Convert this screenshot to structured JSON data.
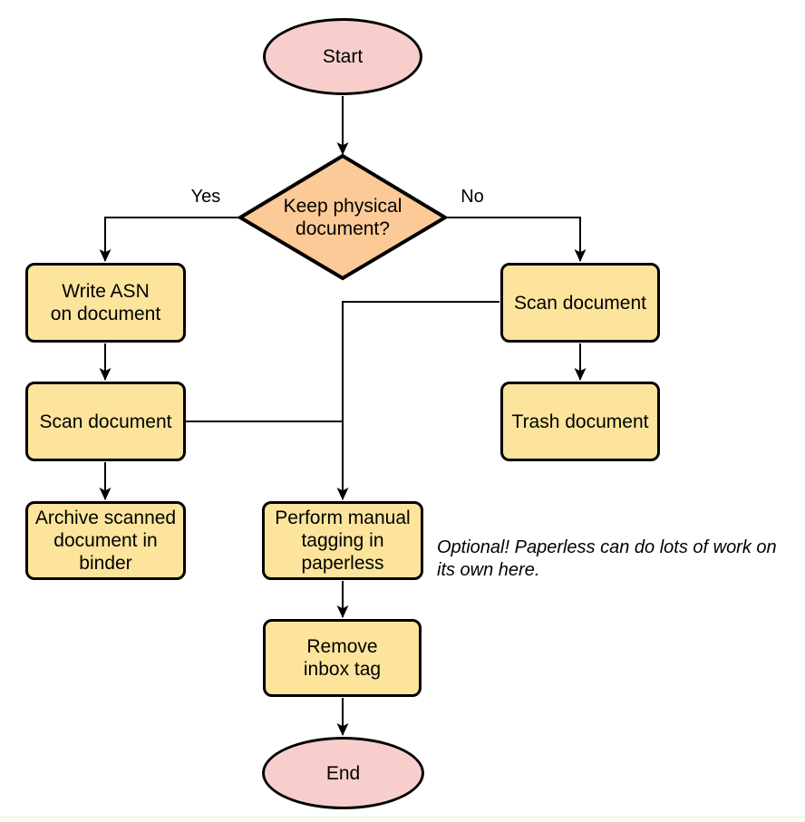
{
  "diagram": {
    "nodes": {
      "start": {
        "label": "Start",
        "type": "terminal"
      },
      "decision": {
        "lines": [
          "Keep physical",
          "document?"
        ],
        "type": "decision"
      },
      "write_asn": {
        "lines": [
          "Write ASN",
          "on document"
        ],
        "type": "process"
      },
      "scan_left": {
        "lines": [
          "Scan document"
        ],
        "type": "process"
      },
      "archive": {
        "lines": [
          "Archive scanned",
          "document in",
          "binder"
        ],
        "type": "process"
      },
      "scan_right": {
        "lines": [
          "Scan document"
        ],
        "type": "process"
      },
      "trash": {
        "lines": [
          "Trash document"
        ],
        "type": "process"
      },
      "tagging": {
        "lines": [
          "Perform manual",
          "tagging in",
          "paperless"
        ],
        "type": "process"
      },
      "remove_inbox": {
        "lines": [
          "Remove",
          "inbox tag"
        ],
        "type": "process"
      },
      "end": {
        "label": "End",
        "type": "terminal"
      }
    },
    "edge_labels": {
      "yes": "Yes",
      "no": "No"
    },
    "annotation": {
      "lines": [
        "Optional! Paperless can do lots of work on",
        "its own here."
      ]
    },
    "colors": {
      "terminal_fill": "#F8CECC",
      "decision_fill": "#FBCA97",
      "process_fill": "#FCE49C",
      "stroke": "#000000",
      "background": "#FFFFFF"
    }
  }
}
